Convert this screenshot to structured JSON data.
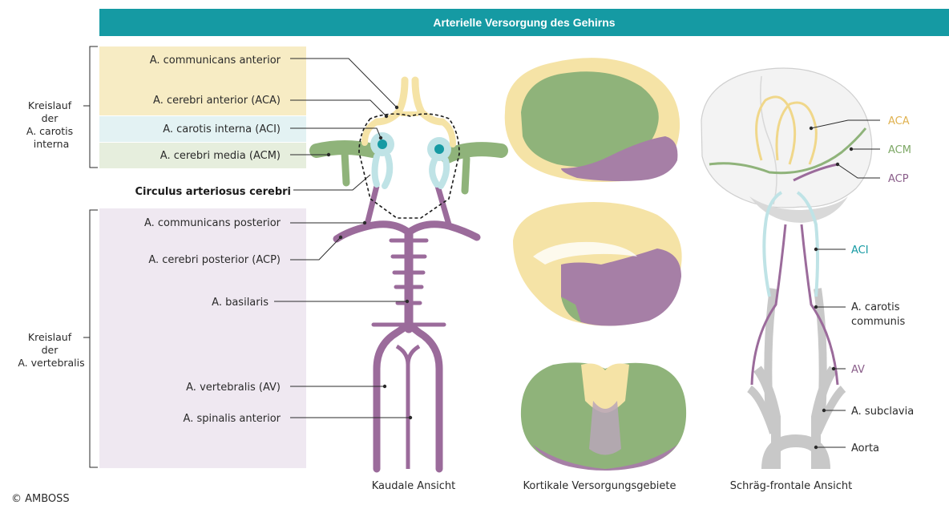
{
  "title": "Arterielle Versorgung des Gehirns",
  "colors": {
    "banner": "#159aa3",
    "aca": "#f5e3a6",
    "aci": "#bfe3e6",
    "acm": "#8fb37a",
    "acp": "#9b6b9b",
    "grey_vessels": "#c8c8c8"
  },
  "groups": {
    "carotis": [
      "Kreislauf",
      "der",
      "A. carotis",
      "interna"
    ],
    "vertebralis": [
      "Kreislauf",
      "der",
      "A. vertebralis"
    ]
  },
  "left_labels": {
    "comm_ant": "A. communicans anterior",
    "aca": "A. cerebri anterior (ACA)",
    "aci": "A. carotis interna (ACI)",
    "acm": "A. cerebri media (ACM)",
    "circulus": "Circulus arteriosus cerebri",
    "comm_post": "A. communicans posterior",
    "acp": "A. cerebri posterior (ACP)",
    "basilaris": "A. basilaris",
    "vertebralis": "A. vertebralis (AV)",
    "spinalis": "A. spinalis anterior"
  },
  "right_labels": {
    "aca": "ACA",
    "acm": "ACM",
    "acp": "ACP",
    "aci": "ACI",
    "carotis_communis_1": "A. carotis",
    "carotis_communis_2": "communis",
    "av": "AV",
    "subclavia": "A. subclavia",
    "aorta": "Aorta"
  },
  "captions": {
    "caudal": "Kaudale Ansicht",
    "cortical": "Kortikale Versorgungsgebiete",
    "oblique": "Schräg-frontale Ansicht"
  },
  "copyright": "© AMBOSS"
}
